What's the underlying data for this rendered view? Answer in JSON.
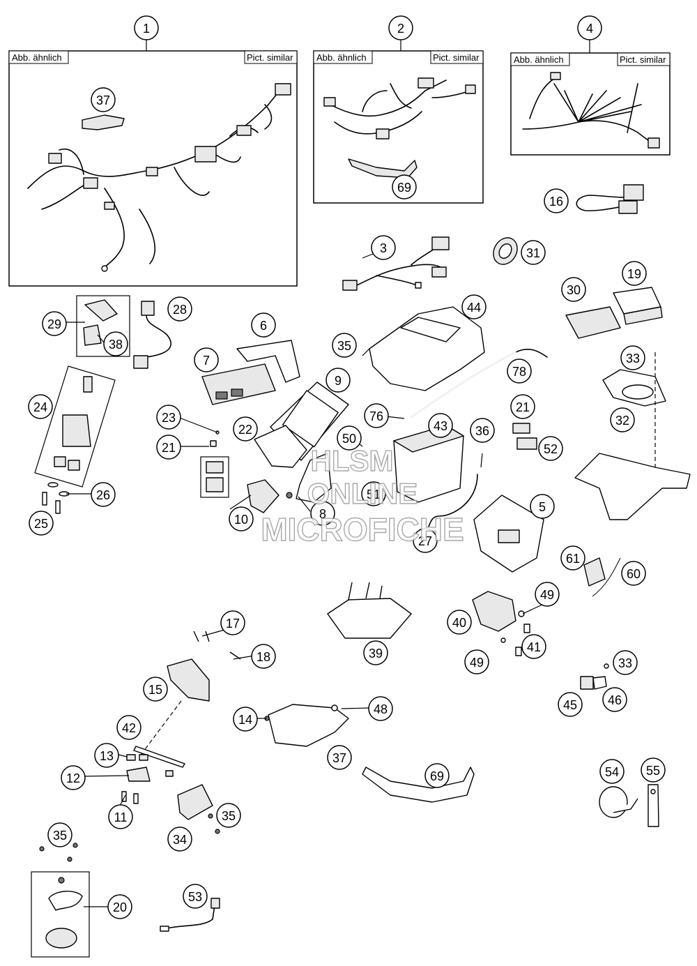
{
  "insets": [
    {
      "callout": "1",
      "label_left": "Abb. ähnlich",
      "label_right": "Pict. similar"
    },
    {
      "callout": "2",
      "label_left": "Abb. ähnlich",
      "label_right": "Pict. similar"
    },
    {
      "callout": "4",
      "label_left": "Abb. ähnlich",
      "label_right": "Pict. similar"
    }
  ],
  "callouts": [
    "1",
    "2",
    "4",
    "37",
    "69",
    "16",
    "3",
    "31",
    "19",
    "30",
    "33",
    "32",
    "29",
    "38",
    "28",
    "6",
    "7",
    "44",
    "35",
    "78",
    "9",
    "21",
    "52",
    "76",
    "43",
    "23",
    "22",
    "50",
    "36",
    "24",
    "10",
    "8",
    "51",
    "5",
    "26",
    "25",
    "27",
    "61",
    "60",
    "49",
    "40",
    "41",
    "49b",
    "33b",
    "45",
    "46",
    "39",
    "17",
    "18",
    "15",
    "14",
    "48",
    "42",
    "13",
    "37b",
    "69b",
    "12",
    "11",
    "35c",
    "34",
    "54",
    "55",
    "35d",
    "20",
    "53"
  ],
  "callout_labels": {
    "1": "1",
    "2": "2",
    "4": "4",
    "37": "37",
    "69": "69",
    "16": "16",
    "3": "3",
    "31": "31",
    "19": "19",
    "30": "30",
    "33": "33",
    "32": "32",
    "29": "29",
    "38": "38",
    "28": "28",
    "6": "6",
    "7": "7",
    "44": "44",
    "35": "35",
    "78": "78",
    "9": "9",
    "21": "21",
    "21b": "21",
    "52": "52",
    "76": "76",
    "43": "43",
    "23": "23",
    "22": "22",
    "50": "50",
    "36": "36",
    "24": "24",
    "10": "10",
    "8": "8",
    "51": "51",
    "5": "5",
    "26": "26",
    "25": "25",
    "27": "27",
    "61": "61",
    "60": "60",
    "49": "49",
    "40": "40",
    "41": "41",
    "49b": "49",
    "33b": "33",
    "45": "45",
    "46": "46",
    "39": "39",
    "17": "17",
    "18": "18",
    "15": "15",
    "14": "14",
    "48": "48",
    "42": "42",
    "13": "13",
    "37b": "37",
    "69b": "69",
    "12": "12",
    "11": "11",
    "35c": "35",
    "34": "34",
    "54": "54",
    "55": "55",
    "35d": "35",
    "20": "20",
    "53": "53"
  },
  "watermark": {
    "line1": "HLSM",
    "line2": "ONLINE",
    "line3": "MICROFICHE"
  }
}
